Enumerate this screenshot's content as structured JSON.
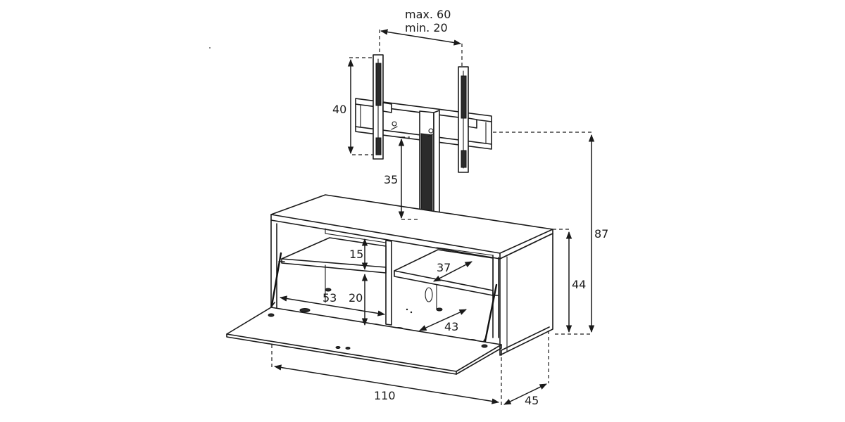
{
  "diagram": {
    "dimensions": {
      "bracket_spacing_max": "max. 60",
      "bracket_spacing_min": "min. 20",
      "bracket_height": "40",
      "column_height": "35",
      "shelf_gap_top": "15",
      "shelf_gap_bottom": "20",
      "compartment_width": "53",
      "shelf_depth": "37",
      "inner_depth": "43",
      "total_height": "87",
      "cabinet_height": "44",
      "total_width": "110",
      "total_depth": "45"
    }
  }
}
